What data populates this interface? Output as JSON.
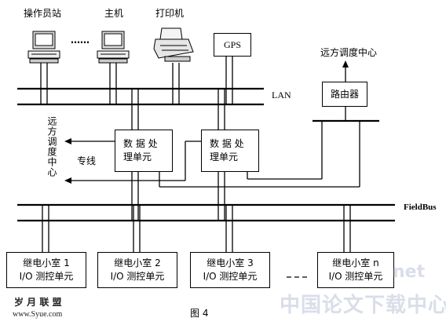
{
  "devices": {
    "operator": "操作员站",
    "dots": "……",
    "host": "主机",
    "printer": "打印机",
    "gps": "GPS"
  },
  "buses": {
    "lan": "LAN",
    "fieldbus": "FieldBus",
    "private_line": "专线"
  },
  "remote_center_top": "远方调度中心",
  "remote_center_left": "远方调度中心",
  "router": "路由器",
  "data_units": [
    {
      "line1": "数 据 处",
      "line2": "理单元"
    },
    {
      "line1": "数 据 处",
      "line2": "理单元"
    }
  ],
  "relay_rooms": [
    {
      "line1": "继电小室 1",
      "line2": "I/O 测控单元"
    },
    {
      "line1": "继电小室 2",
      "line2": "I/O 测控单元"
    },
    {
      "line1": "继电小室 3",
      "line2": "I/O 测控单元"
    },
    {
      "line1": "继电小室 n",
      "line2": "I/O 测控单元"
    }
  ],
  "figure_caption": "图 4",
  "watermark": {
    "brand": "岁 月 联 盟",
    "site": "www.Syue.com",
    "right_net": "net",
    "right_cn": "中国论文下载中心"
  }
}
